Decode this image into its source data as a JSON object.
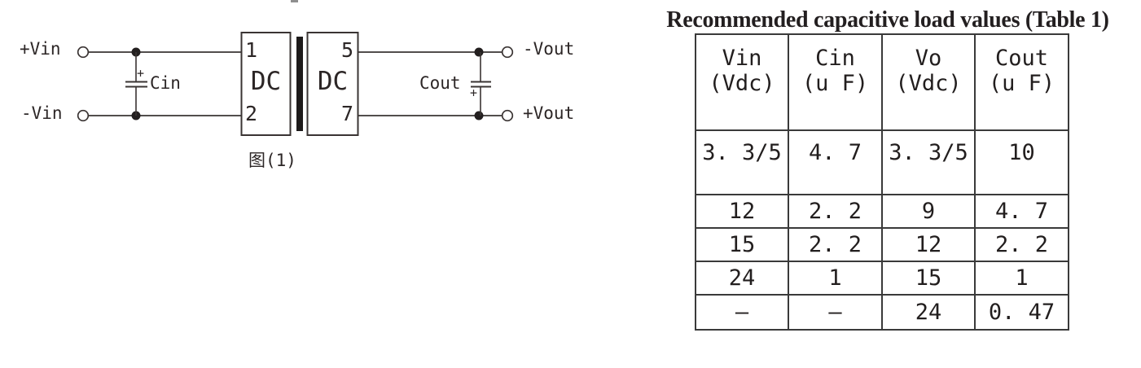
{
  "figure": {
    "caption": "图(1)",
    "labels": {
      "vin_plus": "+Vin",
      "vin_minus": "-Vin",
      "cin": "Cin",
      "cout": "Cout",
      "vout_minus": "-Vout",
      "vout_plus": "+Vout",
      "dc_left": "DC",
      "dc_right": "DC",
      "pin1": "1",
      "pin2": "2",
      "pin5": "5",
      "pin7": "7",
      "cin_polarity": "+",
      "cout_polarity": "+"
    }
  },
  "table": {
    "title": "Recommended capacitive load values (Table 1)",
    "headers": [
      {
        "line1": "Vin",
        "line2": "(Vdc)"
      },
      {
        "line1": "Cin",
        "line2": "(u F)"
      },
      {
        "line1": "Vo",
        "line2": "(Vdc)"
      },
      {
        "line1": "Cout",
        "line2": "(u F)"
      }
    ],
    "rows": [
      [
        "3. 3/5",
        "4. 7",
        "3. 3/5",
        "10"
      ],
      [
        "12",
        "2. 2",
        "9",
        "4. 7"
      ],
      [
        "15",
        "2. 2",
        "12",
        "2. 2"
      ],
      [
        "24",
        "1",
        "15",
        "1"
      ],
      [
        "–",
        "–",
        "24",
        "0. 47"
      ]
    ]
  },
  "colors": {
    "line": "#3a3433",
    "text": "#262020",
    "table_border": "#3a3a3a"
  }
}
